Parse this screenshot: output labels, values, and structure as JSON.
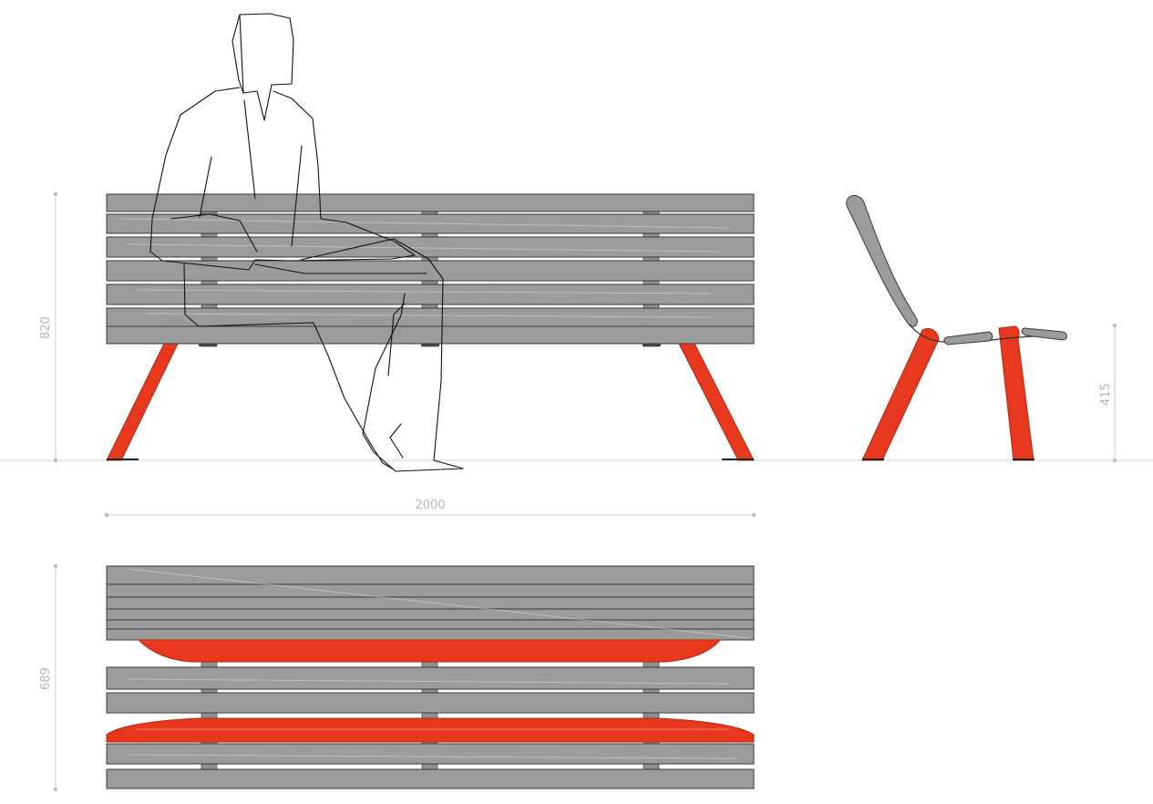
{
  "dimensions": {
    "height_total": "820",
    "seat_height": "415",
    "length": "2000",
    "depth": "689"
  },
  "colors": {
    "slat": "#9b9b9b",
    "slat_edge": "#3a3a3a",
    "leg": "#e8391f",
    "dimension": "#b5b5b5"
  }
}
